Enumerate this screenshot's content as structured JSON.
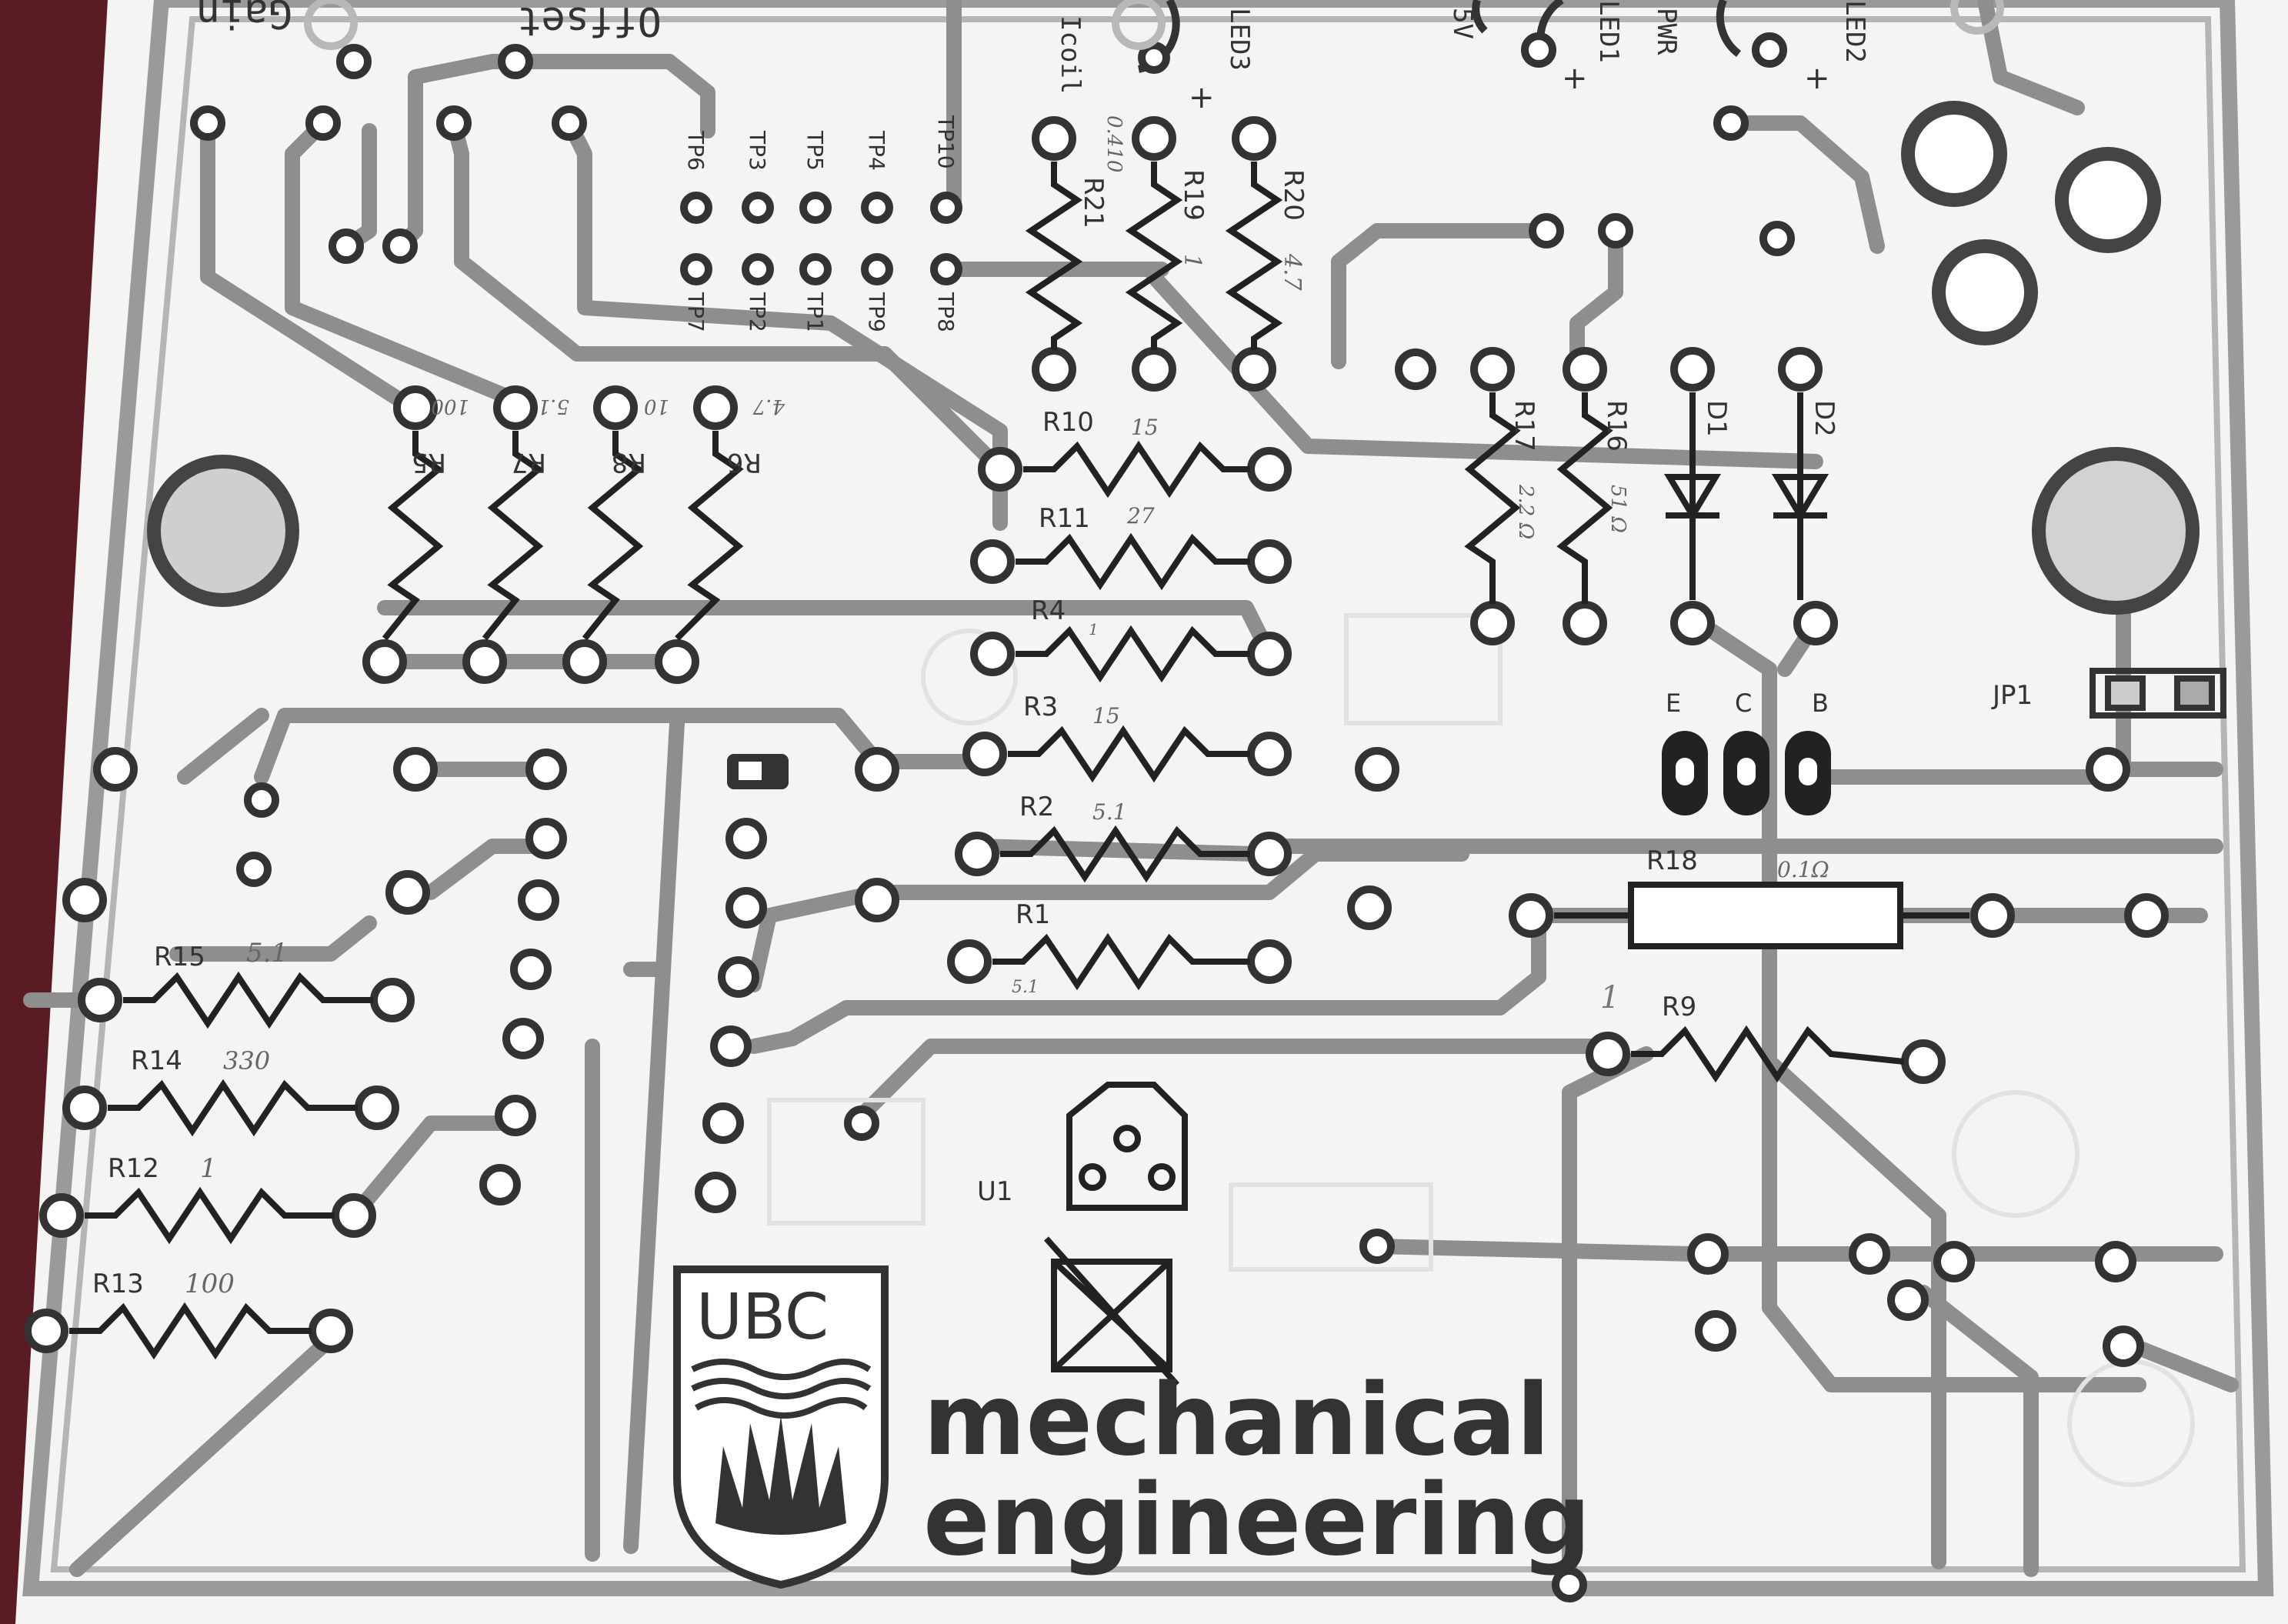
{
  "board": {
    "top_labels": {
      "offset": "Offset",
      "gain": "Gain",
      "icoil": "Icoil",
      "led3": "LED3",
      "v5": "5V",
      "pwr": "PWR",
      "led1": "LED1",
      "led2": "LED2",
      "plus": "+"
    },
    "test_points": [
      "TP6",
      "TP3",
      "TP5",
      "TP4",
      "TP10",
      "TP7",
      "TP2",
      "TP1",
      "TP9",
      "TP8"
    ],
    "top_resistors": [
      {
        "label": "R21",
        "value": "0.410"
      },
      {
        "label": "R19",
        "value": "1"
      },
      {
        "label": "R20",
        "value": "4.7"
      }
    ],
    "left_bank": [
      {
        "label": "R5",
        "value": "100"
      },
      {
        "label": "R7",
        "value": "5.1"
      },
      {
        "label": "R8",
        "value": "10"
      },
      {
        "label": "R6",
        "value": "4.7"
      }
    ],
    "middle_column": [
      {
        "label": "R10",
        "value": "15"
      },
      {
        "label": "R11",
        "value": "27"
      },
      {
        "label": "R4",
        "value": "1"
      },
      {
        "label": "R3",
        "value": "15"
      },
      {
        "label": "R2",
        "value": "5.1"
      },
      {
        "label": "R1",
        "value": "5.1"
      }
    ],
    "right_parts": [
      {
        "label": "R17",
        "value": "2.2 Ω"
      },
      {
        "label": "R16",
        "value": "51 Ω"
      },
      {
        "label": "D1",
        "value": ""
      },
      {
        "label": "D2",
        "value": ""
      }
    ],
    "transistor_pins": [
      "E",
      "C",
      "B"
    ],
    "jumper": "JP1",
    "r18": {
      "label": "R18",
      "value": "0.1Ω"
    },
    "r9": {
      "label": "R9",
      "value": "1"
    },
    "bottom_left": [
      {
        "label": "R15",
        "value": "5.1"
      },
      {
        "label": "R14",
        "value": "330"
      },
      {
        "label": "R12",
        "value": "1"
      },
      {
        "label": "R13",
        "value": "100"
      }
    ],
    "u1": "U1",
    "logo": {
      "ubc": "UBC",
      "line1": "mechanical",
      "line2": "engineering"
    }
  }
}
